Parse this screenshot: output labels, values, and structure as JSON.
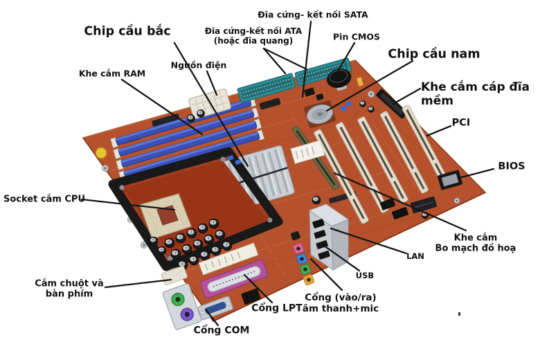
{
  "diagram": {
    "title": "So do bo mach chu (motherboard) co chu thich",
    "background": "#ffffff",
    "labels": [
      {
        "id": "chip-cau-bac",
        "text": "Chip cầu bắc"
      },
      {
        "id": "sata",
        "text": "Đĩa cứng- kết nối SATA"
      },
      {
        "id": "ata",
        "text": "Đĩa cứng-kết nối ATA",
        "text2": "(hoặc đĩa quang)"
      },
      {
        "id": "pin-cmos",
        "text": "Pin CMOS"
      },
      {
        "id": "chip-cau-nam",
        "text": "Chip cầu nam"
      },
      {
        "id": "khe-cam-dia-mem",
        "text": "Khe cắm cáp đĩa",
        "text2": "mềm"
      },
      {
        "id": "khe-cam-ram",
        "text": "Khe cắm RAM"
      },
      {
        "id": "nguon-dien",
        "text": "Nguồn điện"
      },
      {
        "id": "pci",
        "text": "PCI"
      },
      {
        "id": "bios",
        "text": "BIOS"
      },
      {
        "id": "socket-cpu",
        "text": "Socket cắm CPU"
      },
      {
        "id": "khe-cam-do-hoa",
        "text": "Khe cắm",
        "text2": "Bo mạch đồ hoạ"
      },
      {
        "id": "lan",
        "text": "LAN"
      },
      {
        "id": "usb",
        "text": "USB"
      },
      {
        "id": "chuot-ban-phim",
        "text": "Cắm chuột và",
        "text2": "bàn phím"
      },
      {
        "id": "cong-lpt",
        "text": "Cổng LPT"
      },
      {
        "id": "cong-am-thanh",
        "text": "Cổng (vào/ra)",
        "text2": "âm thanh+mic"
      },
      {
        "id": "cong-com",
        "text": "Cổng COM"
      }
    ],
    "colors": {
      "label_text": "#101010",
      "arrow": "#151515",
      "pcb": "#b5522d",
      "pcb_dark": "#9c3a1e",
      "ram_slot_blue": "#3950b8",
      "ata_teal": "#2e8b93",
      "pci_white": "#e3ddd0",
      "agp_olive": "#6b6b4a",
      "heatsink_silver": "#ccd0d6",
      "ps2_green": "#3fae4c",
      "ps2_purple": "#7e57c8",
      "lpt_magenta": "#b5509a",
      "audio_pink": "#e0689a",
      "audio_blue": "#3f86d8",
      "audio_green": "#49ae52",
      "audio_orange": "#e6a33c"
    }
  }
}
